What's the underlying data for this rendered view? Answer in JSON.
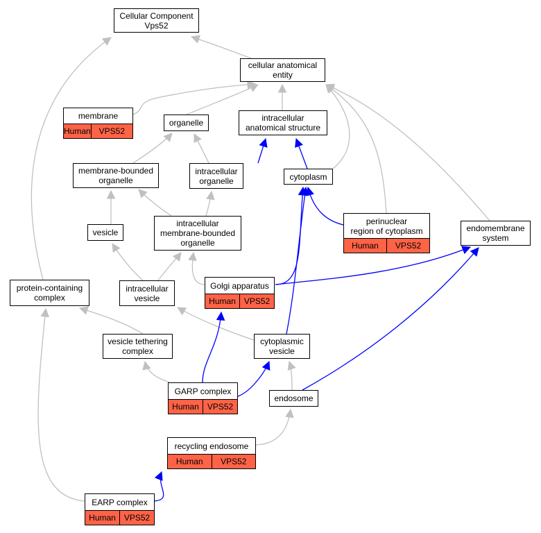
{
  "colors": {
    "annotation": "#ff6347",
    "gray_edge": "#c0c0c0",
    "blue_edge": "#0000ff"
  },
  "nodes": {
    "cellular_component": {
      "lines": [
        "Cellular Component",
        "Vps52"
      ]
    },
    "cellular_anatomical_entity": {
      "lines": [
        "cellular anatomical",
        "entity"
      ]
    },
    "membrane": {
      "lines": [
        "membrane"
      ],
      "species": "Human",
      "gene": "VPS52"
    },
    "organelle": {
      "lines": [
        "organelle"
      ]
    },
    "intracellular_anatomical_structure": {
      "lines": [
        "intracellular",
        "anatomical structure"
      ]
    },
    "membrane_bounded_organelle": {
      "lines": [
        "membrane-bounded",
        "organelle"
      ]
    },
    "intracellular_organelle": {
      "lines": [
        "intracellular",
        "organelle"
      ]
    },
    "cytoplasm": {
      "lines": [
        "cytoplasm"
      ]
    },
    "perinuclear_region": {
      "lines": [
        "perinuclear",
        "region of cytoplasm"
      ],
      "species": "Human",
      "gene": "VPS52"
    },
    "endomembrane_system": {
      "lines": [
        "endomembrane",
        "system"
      ]
    },
    "vesicle": {
      "lines": [
        "vesicle"
      ]
    },
    "intracellular_membrane_bounded_organelle": {
      "lines": [
        "intracellular",
        "membrane-bounded",
        "organelle"
      ]
    },
    "protein_containing_complex": {
      "lines": [
        "protein-containing",
        "complex"
      ]
    },
    "intracellular_vesicle": {
      "lines": [
        "intracellular",
        "vesicle"
      ]
    },
    "golgi_apparatus": {
      "lines": [
        "Golgi apparatus"
      ],
      "species": "Human",
      "gene": "VPS52"
    },
    "vesicle_tethering_complex": {
      "lines": [
        "vesicle tethering",
        "complex"
      ]
    },
    "cytoplasmic_vesicle": {
      "lines": [
        "cytoplasmic",
        "vesicle"
      ]
    },
    "garp_complex": {
      "lines": [
        "GARP complex"
      ],
      "species": "Human",
      "gene": "VPS52"
    },
    "endosome": {
      "lines": [
        "endosome"
      ]
    },
    "recycling_endosome": {
      "lines": [
        "recycling endosome"
      ],
      "species": "Human",
      "gene": "VPS52"
    },
    "earp_complex": {
      "lines": [
        "EARP complex"
      ],
      "species": "Human",
      "gene": "VPS52"
    }
  },
  "edges": [
    {
      "from": "cellular_anatomical_entity",
      "to": "cellular_component",
      "type": "is_a"
    },
    {
      "from": "protein_containing_complex",
      "to": "cellular_component",
      "type": "is_a"
    },
    {
      "from": "membrane",
      "to": "cellular_anatomical_entity",
      "type": "is_a"
    },
    {
      "from": "organelle",
      "to": "cellular_anatomical_entity",
      "type": "is_a"
    },
    {
      "from": "intracellular_anatomical_structure",
      "to": "cellular_anatomical_entity",
      "type": "is_a"
    },
    {
      "from": "cytoplasm",
      "to": "cellular_anatomical_entity",
      "type": "is_a"
    },
    {
      "from": "perinuclear_region",
      "to": "cellular_anatomical_entity",
      "type": "is_a"
    },
    {
      "from": "endomembrane_system",
      "to": "cellular_anatomical_entity",
      "type": "is_a"
    },
    {
      "from": "membrane_bounded_organelle",
      "to": "organelle",
      "type": "is_a"
    },
    {
      "from": "intracellular_organelle",
      "to": "organelle",
      "type": "is_a"
    },
    {
      "from": "intracellular_organelle",
      "to": "intracellular_anatomical_structure",
      "type": "part_of"
    },
    {
      "from": "cytoplasm",
      "to": "intracellular_anatomical_structure",
      "type": "part_of"
    },
    {
      "from": "perinuclear_region",
      "to": "cytoplasm",
      "type": "part_of"
    },
    {
      "from": "golgi_apparatus",
      "to": "cytoplasm",
      "type": "part_of"
    },
    {
      "from": "cytoplasmic_vesicle",
      "to": "cytoplasm",
      "type": "part_of"
    },
    {
      "from": "golgi_apparatus",
      "to": "endomembrane_system",
      "type": "part_of"
    },
    {
      "from": "endosome",
      "to": "endomembrane_system",
      "type": "part_of"
    },
    {
      "from": "vesicle",
      "to": "membrane_bounded_organelle",
      "type": "is_a"
    },
    {
      "from": "intracellular_membrane_bounded_organelle",
      "to": "membrane_bounded_organelle",
      "type": "is_a"
    },
    {
      "from": "intracellular_membrane_bounded_organelle",
      "to": "intracellular_organelle",
      "type": "is_a"
    },
    {
      "from": "intracellular_vesicle",
      "to": "vesicle",
      "type": "is_a"
    },
    {
      "from": "intracellular_vesicle",
      "to": "intracellular_membrane_bounded_organelle",
      "type": "is_a"
    },
    {
      "from": "golgi_apparatus",
      "to": "intracellular_membrane_bounded_organelle",
      "type": "is_a"
    },
    {
      "from": "vesicle_tethering_complex",
      "to": "protein_containing_complex",
      "type": "is_a"
    },
    {
      "from": "earp_complex",
      "to": "protein_containing_complex",
      "type": "is_a"
    },
    {
      "from": "cytoplasmic_vesicle",
      "to": "intracellular_vesicle",
      "type": "is_a"
    },
    {
      "from": "garp_complex",
      "to": "golgi_apparatus",
      "type": "part_of"
    },
    {
      "from": "garp_complex",
      "to": "vesicle_tethering_complex",
      "type": "is_a"
    },
    {
      "from": "garp_complex",
      "to": "cytoplasmic_vesicle",
      "type": "part_of"
    },
    {
      "from": "endosome",
      "to": "cytoplasmic_vesicle",
      "type": "is_a"
    },
    {
      "from": "recycling_endosome",
      "to": "endosome",
      "type": "is_a"
    },
    {
      "from": "earp_complex",
      "to": "recycling_endosome",
      "type": "part_of"
    }
  ]
}
